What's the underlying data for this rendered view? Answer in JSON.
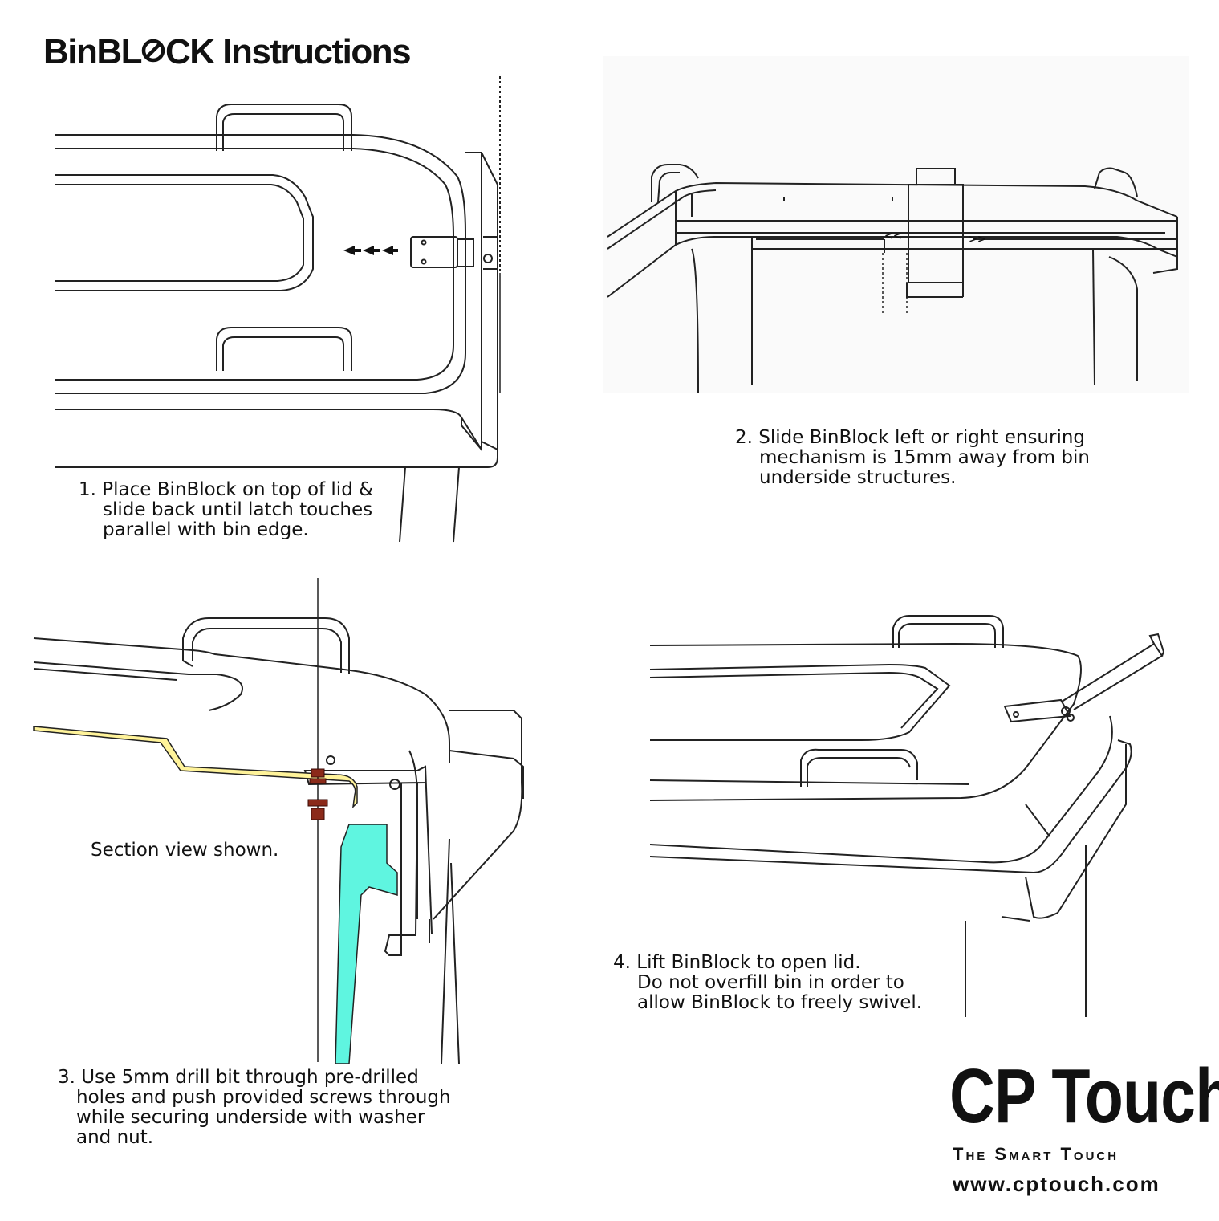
{
  "title": {
    "prefix": "BinBL",
    "o_glyph": "O",
    "suffix": "CK Instructions"
  },
  "steps": {
    "s1": {
      "line1": "1. Place BinBlock on top of lid &",
      "line2": "slide back until latch touches",
      "line3": "parallel with bin edge."
    },
    "s2": {
      "line1": "2. Slide BinBlock left or right ensuring",
      "line2": "mechanism is 15mm away from bin",
      "line3": "underside structures."
    },
    "s3": {
      "line1": "3. Use 5mm drill bit through pre-drilled",
      "line2": "holes and push provided screws through",
      "line3": "while securing underside with washer",
      "line4": "and nut."
    },
    "s4": {
      "line1": "4. Lift BinBlock to open lid.",
      "line2": "Do not overfill bin in order to",
      "line3": "allow BinBlock to freely swivel."
    },
    "section_note": "Section view shown."
  },
  "figure2": {
    "left_arrow": "<<",
    "right_arrow": ">>"
  },
  "logo": {
    "name": "CP Touch",
    "tagline": "The Smart Touch",
    "url": "www.cptouch.com"
  },
  "colors": {
    "line": "#222222",
    "section_cyan": "#5ff5e0",
    "section_yellow": "#fff39a",
    "screw": "#8b2a1a"
  },
  "icons": [
    "no-symbol-icon",
    "arrow-left-icon"
  ]
}
